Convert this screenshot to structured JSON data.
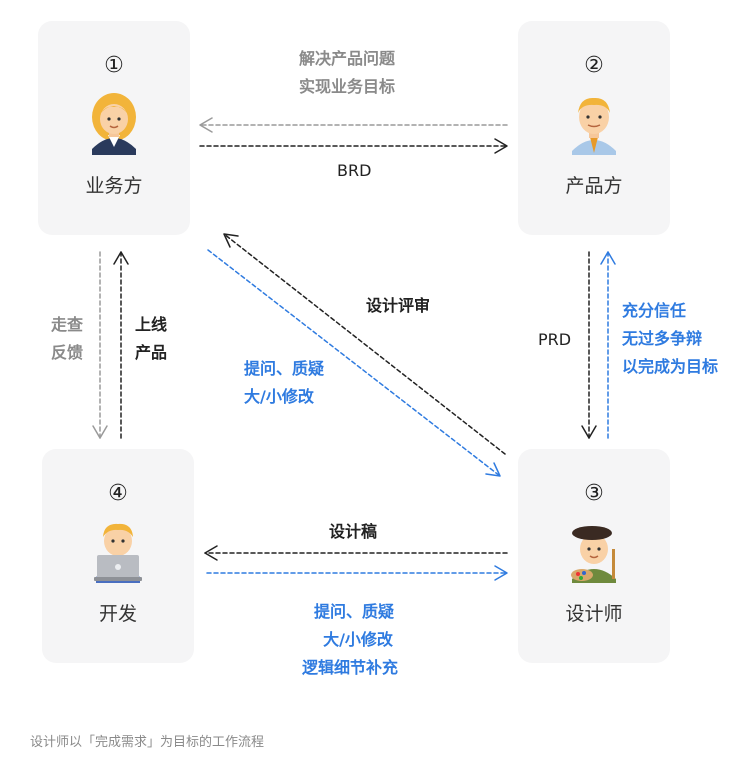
{
  "nodes": [
    {
      "num": "①",
      "title": "业务方"
    },
    {
      "num": "②",
      "title": "产品方"
    },
    {
      "num": "③",
      "title": "设计师"
    },
    {
      "num": "④",
      "title": "开发"
    }
  ],
  "labels": {
    "top_gray": [
      "解决产品问题",
      "实现业务目标"
    ],
    "brd": "BRD",
    "left_gray": [
      "走查",
      "反馈"
    ],
    "left_black": [
      "上线",
      "产品"
    ],
    "design_review": "设计评审",
    "diag_blue": [
      "提问、质疑",
      "大/小修改"
    ],
    "prd": "PRD",
    "right_blue": [
      "充分信任",
      "无过多争辩",
      "以完成为目标"
    ],
    "draft": "设计稿",
    "bottom_blue": [
      "提问、质疑",
      "大/小修改",
      "逻辑细节补充"
    ]
  },
  "caption": "设计师以「完成需求」为目标的工作流程",
  "colors": {
    "blue": "#2f7be0",
    "black": "#222222",
    "gray": "#9a9a9a",
    "card": "#f5f5f6"
  }
}
